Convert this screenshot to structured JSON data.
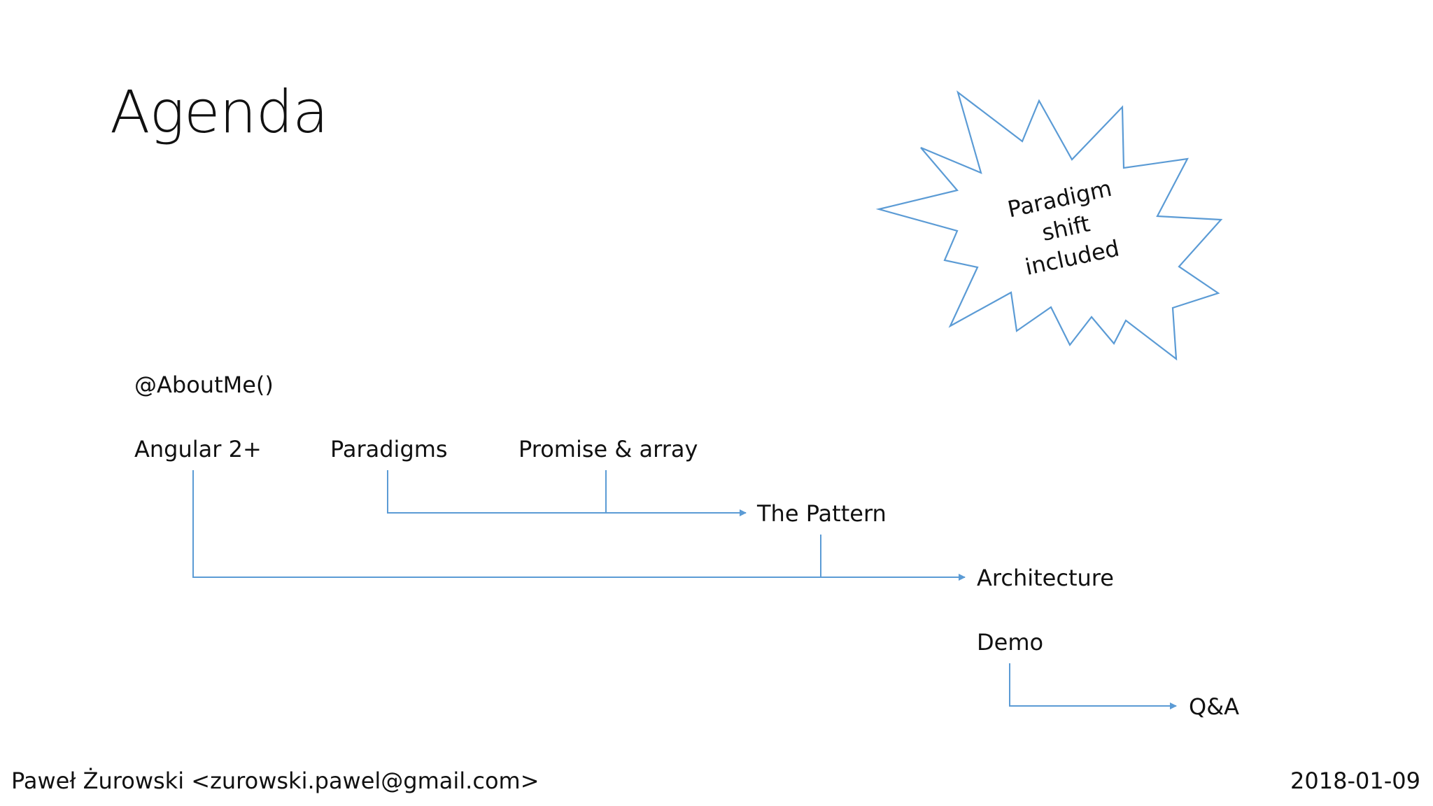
{
  "slide": {
    "title": "Agenda"
  },
  "callout": {
    "lines": [
      "Paradigm",
      "shift",
      "included"
    ]
  },
  "items": {
    "about_me": "@AboutMe()",
    "angular": "Angular 2+",
    "paradigms": "Paradigms",
    "promise_array": "Promise & array",
    "the_pattern": "The Pattern",
    "architecture": "Architecture",
    "demo": "Demo",
    "qa": "Q&A"
  },
  "footer": {
    "author": "Paweł Żurowski <zurowski.pawel@gmail.com>",
    "date": "2018-01-09"
  },
  "colors": {
    "connector": "#5b9bd5",
    "text": "#111111",
    "background": "#ffffff"
  }
}
